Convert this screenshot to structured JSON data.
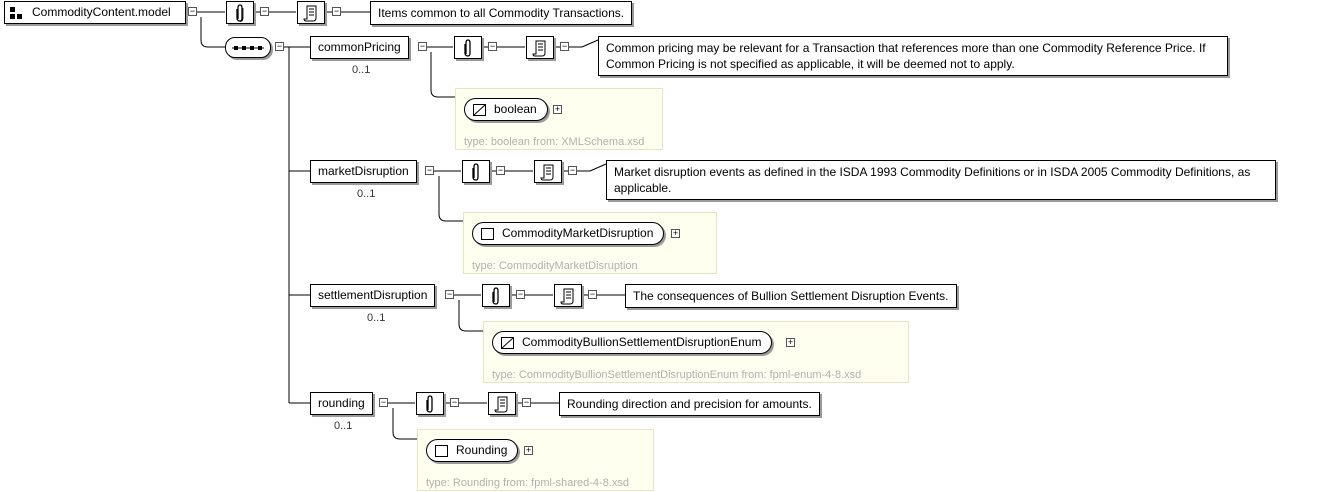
{
  "root": {
    "label": "CommodityContent.model",
    "doc": "Items common to all Commodity Transactions."
  },
  "elements": [
    {
      "label": "commonPricing",
      "occurrence": "0..1",
      "doc": "Common pricing may be relevant for a Transaction that references more than one Commodity Reference Price. If Common Pricing is not specified as applicable, it will be deemed not to apply.",
      "type_label": "boolean",
      "type_kind": "simple",
      "type_caption": "type: boolean from: XMLSchema.xsd"
    },
    {
      "label": "marketDisruption",
      "occurrence": "0..1",
      "doc": "Market disruption events as defined in the ISDA 1993 Commodity Definitions or in ISDA 2005 Commodity Definitions, as applicable.",
      "type_label": "CommodityMarketDisruption",
      "type_kind": "complex",
      "type_caption": "type: CommodityMarketDisruption"
    },
    {
      "label": "settlementDisruption",
      "occurrence": "0..1",
      "doc": "The consequences of Bullion Settlement Disruption Events.",
      "type_label": "CommodityBullionSettlementDisruptionEnum",
      "type_kind": "simple",
      "type_caption": "type: CommodityBullionSettlementDisruptionEnum from: fpml-enum-4-8.xsd"
    },
    {
      "label": "rounding",
      "occurrence": "0..1",
      "doc": "Rounding direction and precision for amounts.",
      "type_label": "Rounding",
      "type_kind": "complex",
      "type_caption": "type: Rounding from: fpml-shared-4-8.xsd"
    }
  ],
  "icons": {
    "annotation": "paperclip-icon",
    "documentation": "scroll-icon",
    "group": "model-group-icon",
    "sequence": "sequence-compositor-icon",
    "simple_type": "simple-type-icon",
    "complex_type": "complex-type-icon",
    "toggle": "collapse-toggle-icon",
    "expand": "expand-toggle-icon"
  },
  "toggle_symbols": {
    "collapse": "−",
    "expand": "+"
  }
}
